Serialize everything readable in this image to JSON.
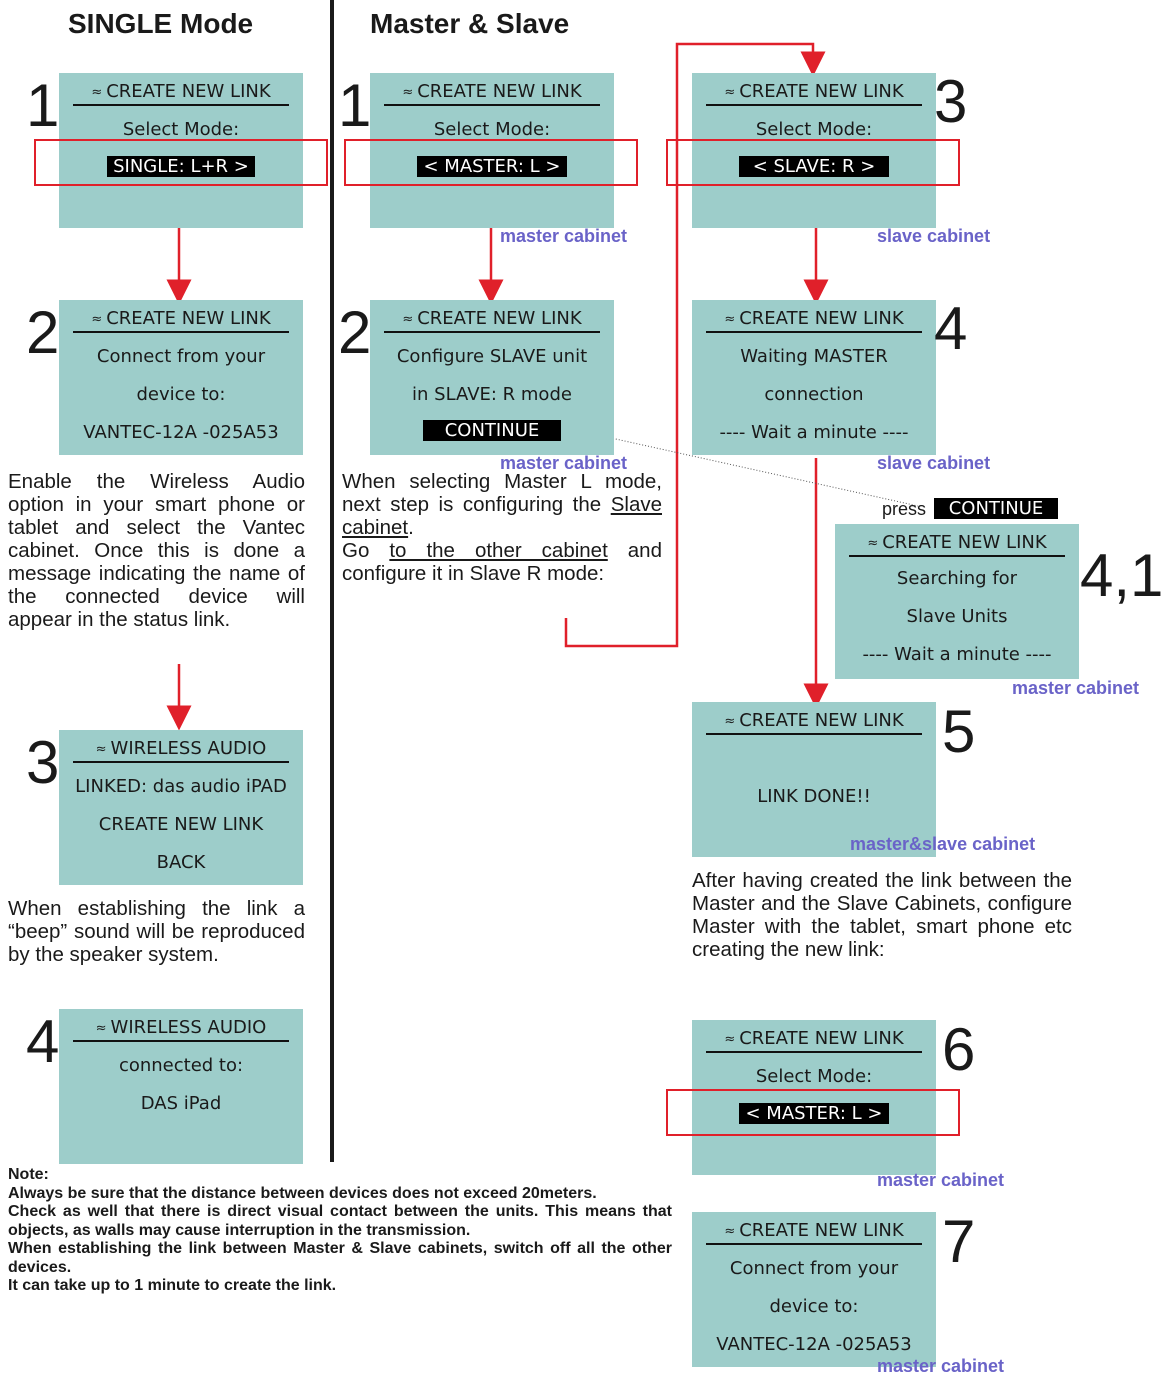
{
  "headings": {
    "single": "SINGLE Mode",
    "master_slave": "Master & Slave"
  },
  "screens": {
    "s1": {
      "header": "CREATE NEW LINK",
      "l1": "Select Mode:",
      "sel": "SINGLE: L+R >"
    },
    "s2": {
      "header": "CREATE NEW LINK",
      "l1": "Connect from your",
      "l2": "device to:",
      "l3": "VANTEC-12A -025A53"
    },
    "s3": {
      "header": "WIRELESS AUDIO",
      "l1": "LINKED:  das audio iPAD",
      "l2": "CREATE NEW LINK",
      "l3": "BACK"
    },
    "s4": {
      "header": "WIRELESS AUDIO",
      "l1": "connected to:",
      "l2": "DAS iPad"
    },
    "m1": {
      "header": "CREATE NEW LINK",
      "l1": "Select Mode:",
      "sel": "< MASTER: L >"
    },
    "m2": {
      "header": "CREATE NEW LINK",
      "l1": "Configure SLAVE unit",
      "l2": "in SLAVE: R mode",
      "sel": "CONTINUE"
    },
    "sl3": {
      "header": "CREATE NEW LINK",
      "l1": "Select Mode:",
      "sel": "< SLAVE: R >"
    },
    "sl4": {
      "header": "CREATE NEW LINK",
      "l1": "Waiting MASTER",
      "l2": "connection",
      "l3": "---- Wait a minute ----"
    },
    "m41": {
      "header": "CREATE NEW LINK",
      "l1": "Searching for",
      "l2": "Slave Units",
      "l3": "---- Wait a minute ----"
    },
    "s5": {
      "header": "CREATE NEW LINK",
      "l1": "LINK DONE!!"
    },
    "s6": {
      "header": "CREATE NEW LINK",
      "l1": "Select Mode:",
      "sel": "< MASTER: L >"
    },
    "s7": {
      "header": "CREATE NEW LINK",
      "l1": "Connect from your",
      "l2": "device to:",
      "l3": "VANTEC-12A -025A53"
    }
  },
  "numbers": {
    "n1": "1",
    "n2": "2",
    "n3": "3",
    "n4": "4",
    "n41": "4,1",
    "n5": "5",
    "n6": "6",
    "n7": "7"
  },
  "labels": {
    "master_cabinet": "master cabinet",
    "slave_cabinet": "slave cabinet",
    "ms_cabinet": "master&slave cabinet",
    "press": "press",
    "continue": "CONTINUE"
  },
  "text": {
    "single_para1": "Enable the Wireless Audio option in your smart phone or tablet and select the Vantec cabinet. Once this is done a message indicating the name of the connected device will appear in the status link.",
    "single_para2": "When establishing the link a “beep” sound will be reproduced by the speaker system.",
    "ms_para_a": "When selecting Master L mode, next step is configuring the",
    "ms_para_link1": "Slave cabinet",
    "ms_para_b": ".",
    "ms_para_c": "Go",
    "ms_para_link2": "to the other cabinet",
    "ms_para_d": "and configure it in Slave R mode:",
    "after_para": "After having created the link between the Master and the Slave Cabinets, configure Master with the tablet, smart phone etc creating the new link:"
  },
  "note": {
    "title": "Note:",
    "lines": [
      "Always be sure that the distance between devices does not exceed 20meters.",
      "Check as well that there is direct visual contact between the units. This means that objects, as walls may cause interruption in the transmission.",
      "When establishing the link between Master & Slave cabinets, switch off all the other devices.",
      "It can take up to 1 minute to create the link."
    ]
  },
  "colors": {
    "screen": "#9dcdca",
    "arrow": "#e0202a",
    "label": "#6a63c8"
  },
  "icons": {
    "wifi": "wifi-icon"
  }
}
